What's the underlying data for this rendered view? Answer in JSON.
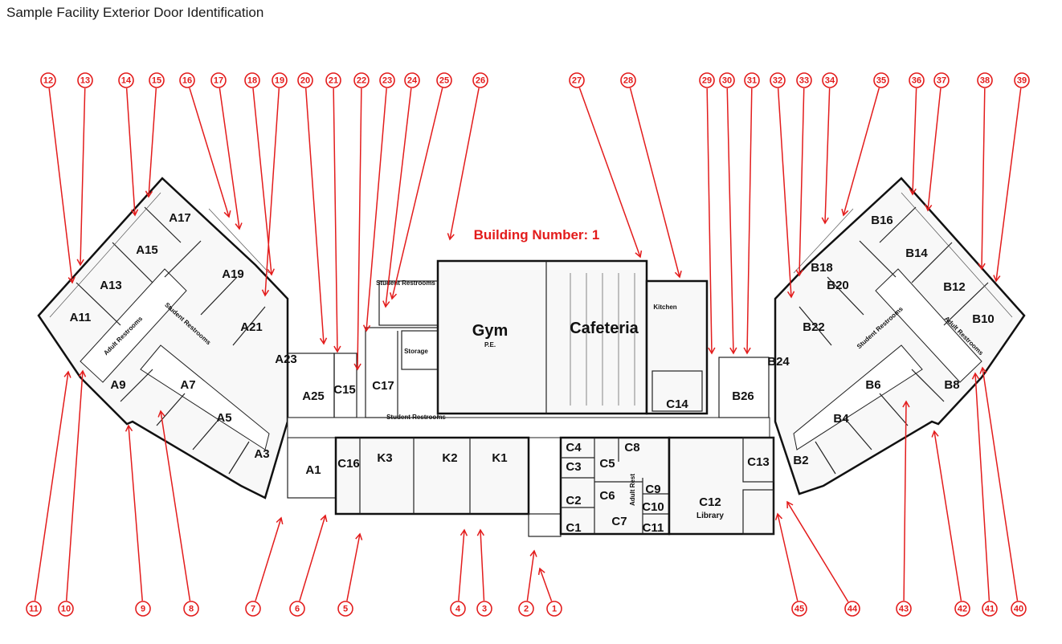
{
  "title": "Sample Facility Exterior Door Identification",
  "building_label": "Building Number: 1",
  "colors": {
    "marker": "#e31c1c",
    "wall": "#111111"
  },
  "rooms": {
    "A11": "A11",
    "A13": "A13",
    "A15": "A15",
    "A17": "A17",
    "A19": "A19",
    "A21": "A21",
    "A23": "A23",
    "A25": "A25",
    "A9": "A9",
    "A7": "A7",
    "A5": "A5",
    "A3": "A3",
    "A1": "A1",
    "C15": "C15",
    "C17": "C17",
    "C16": "C16",
    "K3": "K3",
    "K2": "K2",
    "K1": "K1",
    "C1": "C1",
    "C2": "C2",
    "C3": "C3",
    "C4": "C4",
    "C5": "C5",
    "C6": "C6",
    "C7": "C7",
    "C8": "C8",
    "C9": "C9",
    "C10": "C10",
    "C11": "C11",
    "C12": "C12",
    "C13": "C13",
    "C14": "C14",
    "B2": "B2",
    "B4": "B4",
    "B6": "B6",
    "B8": "B8",
    "B10": "B10",
    "B12": "B12",
    "B14": "B14",
    "B16": "B16",
    "B18": "B18",
    "B20": "B20",
    "B22": "B22",
    "B24": "B24",
    "B26": "B26"
  },
  "labels": {
    "gym": "Gym",
    "pe": "P.E.",
    "cafeteria": "Cafeteria",
    "library": "Library",
    "kitchen": "Kitchen",
    "storage": "Storage",
    "student_restrooms_top": "Student Restrooms",
    "student_restrooms_bottom": "Student Restrooms",
    "student_restrooms_a": "Student Restrooms",
    "adult_restrooms_a": "Adult Restrooms",
    "student_restrooms_b": "Student Restrooms",
    "adult_restrooms_b": "Adult Restrooms",
    "adult_rest_c": "Adult Rest"
  },
  "doors": [
    "1",
    "2",
    "3",
    "4",
    "5",
    "6",
    "7",
    "8",
    "9",
    "10",
    "11",
    "12",
    "13",
    "14",
    "15",
    "16",
    "17",
    "18",
    "19",
    "20",
    "21",
    "22",
    "23",
    "24",
    "25",
    "26",
    "27",
    "28",
    "29",
    "30",
    "31",
    "32",
    "33",
    "34",
    "35",
    "36",
    "37",
    "38",
    "39",
    "40",
    "41",
    "42",
    "43",
    "44",
    "45"
  ]
}
